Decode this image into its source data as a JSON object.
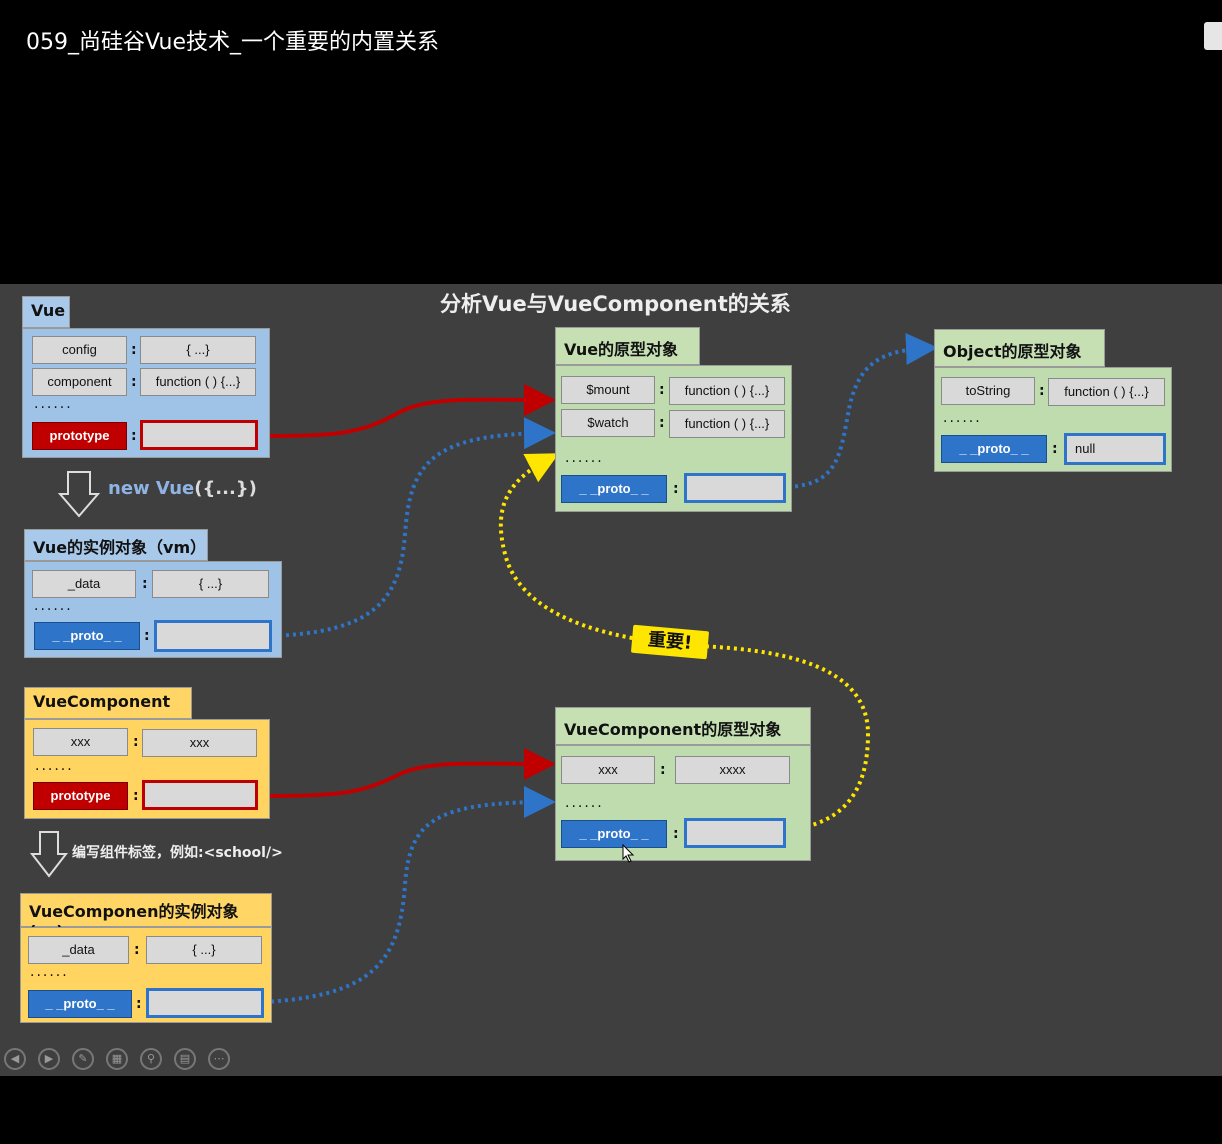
{
  "video": {
    "title": "059_尚硅谷Vue技术_一个重要的内置关系"
  },
  "slide": {
    "title": "分析Vue与VueComponent的关系"
  },
  "vue": {
    "title": "Vue",
    "config": "config",
    "config_val": "{ ...}",
    "component": "component",
    "component_val": "function ( ) {...}",
    "dots": "......",
    "prototype": "prototype"
  },
  "new_vue": {
    "text_new": "new ",
    "text_vue": "Vue",
    "text_args": "({...})"
  },
  "vm": {
    "title": "Vue的实例对象（vm）",
    "data": "_data",
    "data_val": "{ ...}",
    "dots": "......",
    "proto": "_ _proto_ _"
  },
  "vuecomponent": {
    "title": "VueComponent",
    "key": "xxx",
    "val": "xxx",
    "dots": "......",
    "prototype": "prototype"
  },
  "write_tag": {
    "text": "编写组件标签，例如:<school/>"
  },
  "vc": {
    "title": "VueComponen的实例对象(vc)",
    "data": "_data",
    "data_val": "{ ...}",
    "dots": "......",
    "proto": "_ _proto_ _"
  },
  "vue_proto": {
    "title": "Vue的原型对象",
    "mount": "$mount",
    "mount_val": "function ( ) {...}",
    "watch": "$watch",
    "watch_val": "function ( ) {...}",
    "dots": "......",
    "proto": "_ _proto_ _"
  },
  "object_proto": {
    "title": "Object的原型对象",
    "tostring": "toString",
    "tostring_val": "function ( ) {...}",
    "dots": "......",
    "proto": "_ _proto_ _",
    "proto_val": "null"
  },
  "vc_proto": {
    "title": "VueComponent的原型对象",
    "key": "xxx",
    "val": "xxxx",
    "dots": "......",
    "proto": "_ _proto_ _"
  },
  "important": {
    "text": "重要!"
  },
  "colors": {
    "red": "#c00000",
    "blue": "#2e74c8",
    "yellow": "#ffe600"
  },
  "controls": [
    "prev-icon",
    "next-icon",
    "pen-icon",
    "slides-icon",
    "zoom-icon",
    "subtitle-icon",
    "more-icon"
  ]
}
